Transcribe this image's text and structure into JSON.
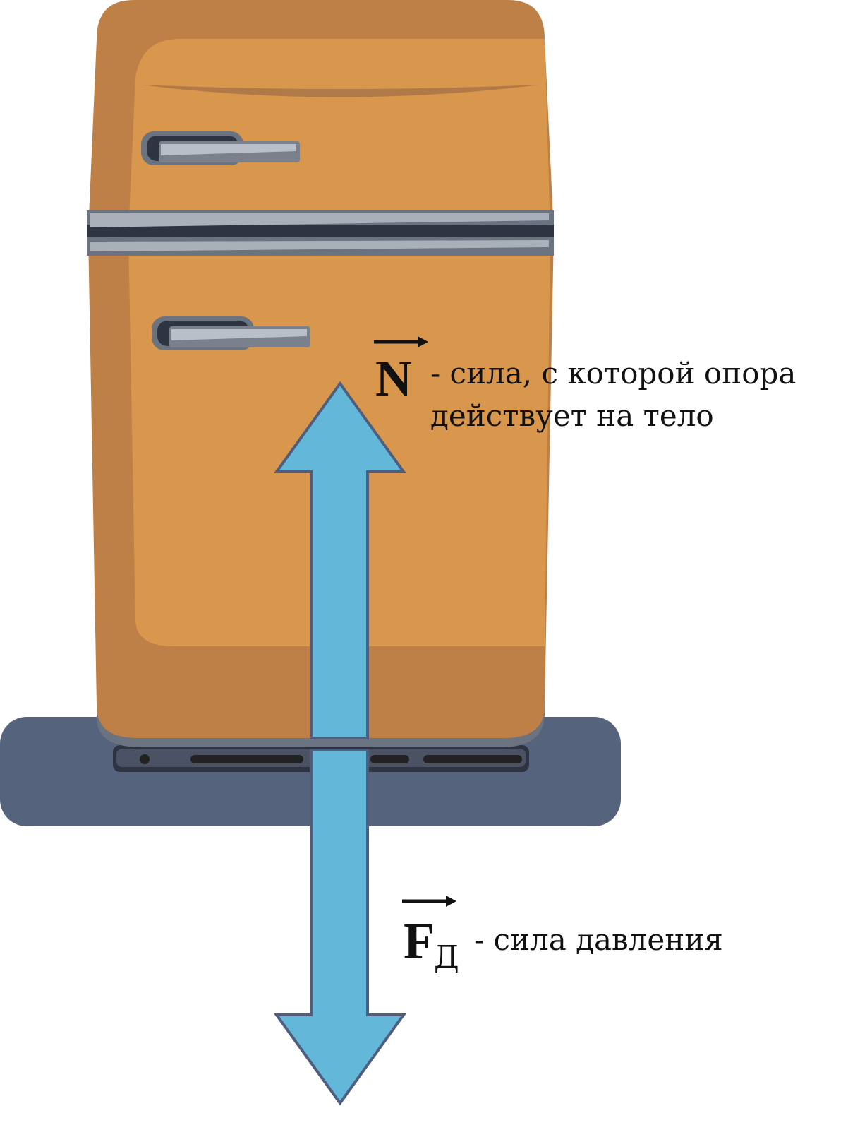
{
  "normal_force": {
    "symbol": "N",
    "description_line1": "- сила, с которой опора",
    "description_line2": "действует на тело"
  },
  "pressure_force": {
    "symbol": "F",
    "subscript": "Д",
    "description": "- сила давления"
  },
  "colors": {
    "fridge_body": "#D9964D",
    "fridge_shade": "#BE8046",
    "support": "#55637D",
    "arrow_fill": "#63B7D8",
    "arrow_stroke": "#4F5E7E"
  }
}
